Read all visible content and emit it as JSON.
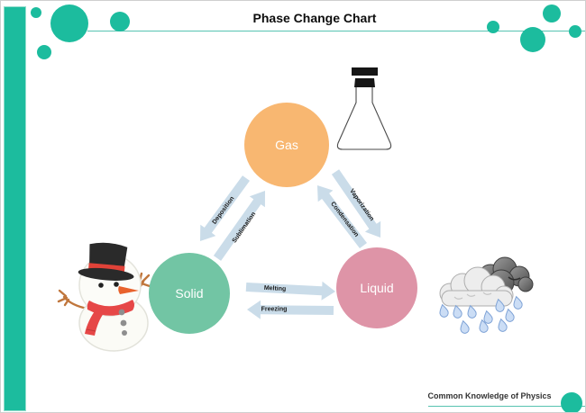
{
  "header": {
    "title": "Phase Change Chart"
  },
  "nodes": {
    "gas": {
      "label": "Gas",
      "color": "#F8B771"
    },
    "solid": {
      "label": "Solid",
      "color": "#72C5A4"
    },
    "liquid": {
      "label": "Liquid",
      "color": "#DE94A7"
    }
  },
  "transitions": {
    "deposition": {
      "label": "Deposition",
      "from": "Gas",
      "to": "Solid"
    },
    "sublimation": {
      "label": "Sublimation",
      "from": "Solid",
      "to": "Gas"
    },
    "vaporization": {
      "label": "Vaporization",
      "from": "Gas",
      "to": "Liquid"
    },
    "condensation": {
      "label": "Condensation",
      "from": "Liquid",
      "to": "Gas"
    },
    "melting": {
      "label": "Melting",
      "from": "Solid",
      "to": "Liquid"
    },
    "freezing": {
      "label": "Freezing",
      "from": "Liquid",
      "to": "Solid"
    }
  },
  "footer": {
    "credit": "Common Knowledge of Physics"
  },
  "colors": {
    "accent": "#1CBC9E",
    "arrow_fill": "#CADCE9",
    "gas": "#F8B771",
    "solid": "#72C5A4",
    "liquid": "#DE94A7"
  },
  "icons": {
    "flask": "erlenmeyer-flask",
    "snowman": "snowman",
    "cloud": "rain-cloud"
  }
}
